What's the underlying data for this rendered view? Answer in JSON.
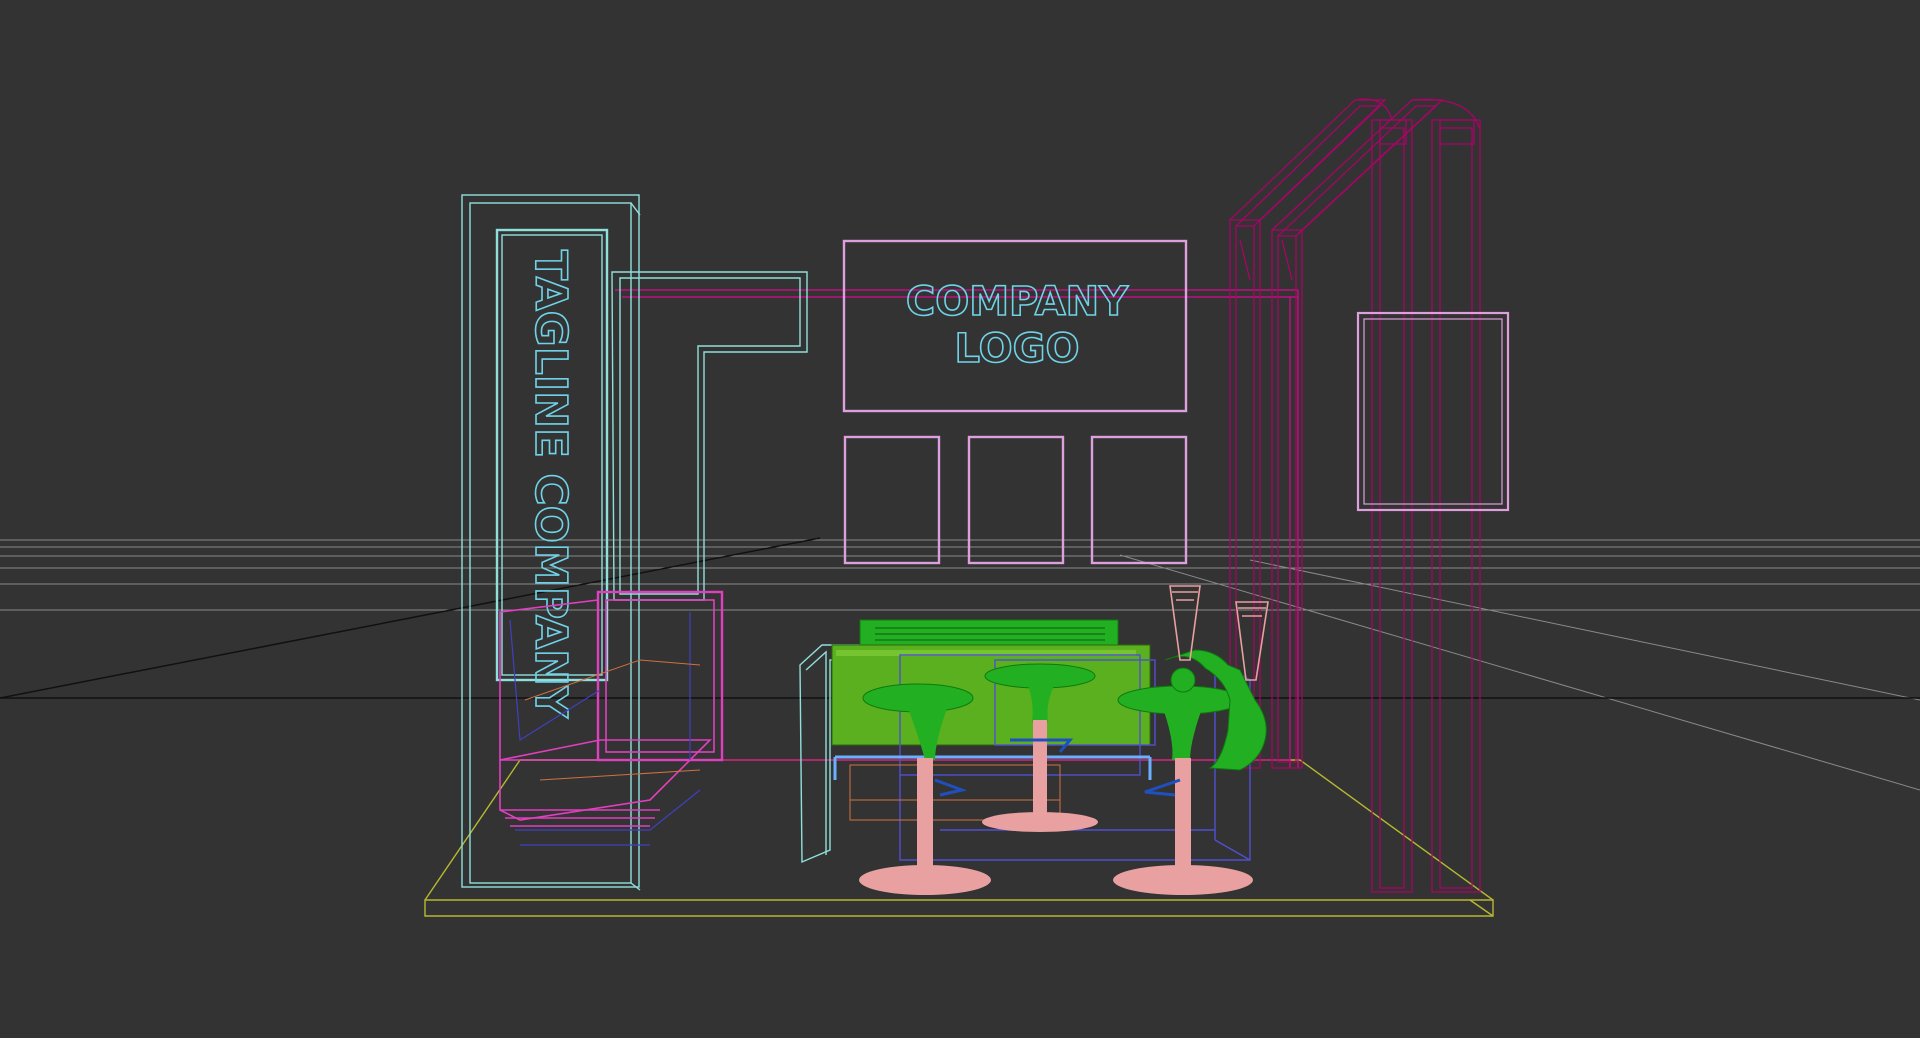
{
  "viewport": {
    "background": "#333333"
  },
  "booth": {
    "tagline_text": "TAGLINE COMPANY",
    "logo_line1": "COMPANY",
    "logo_line2": "LOGO"
  },
  "colors": {
    "grid": "#8a8a8a",
    "pillar": "#8fe0dc",
    "sign_text": "#6fd3e8",
    "panel": "#dda0dd",
    "truss": "#b0006a",
    "magenta": "#e040c0",
    "table_green": "#22b022",
    "stool_pink": "#e8a0a0",
    "floor": "#b8b830",
    "blue_wire": "#4040c0"
  }
}
